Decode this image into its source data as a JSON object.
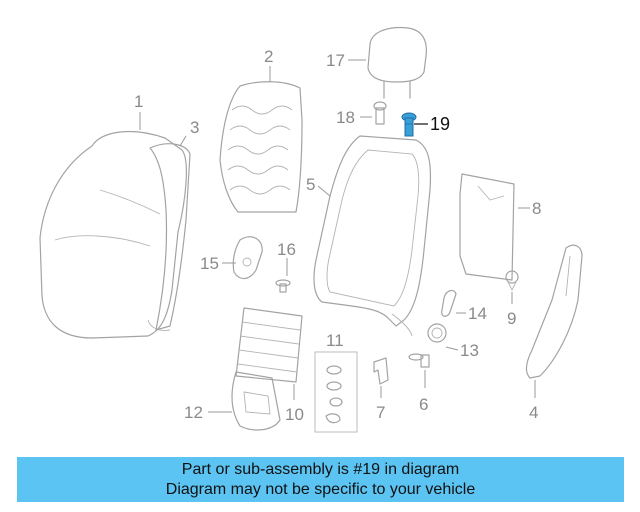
{
  "callouts": {
    "c1": "1",
    "c2": "2",
    "c3": "3",
    "c4": "4",
    "c5": "5",
    "c6": "6",
    "c7": "7",
    "c8": "8",
    "c9": "9",
    "c10": "10",
    "c11": "11",
    "c12": "12",
    "c13": "13",
    "c14": "14",
    "c15": "15",
    "c16": "16",
    "c17": "17",
    "c18": "18",
    "c19": "19"
  },
  "highlight": {
    "part_number": "19",
    "color": "#3a9fd8"
  },
  "banner": {
    "line1": "Part or sub-assembly is #19 in diagram",
    "line2": "Diagram may not be specific to your vehicle",
    "background": "#5bc4f3"
  }
}
